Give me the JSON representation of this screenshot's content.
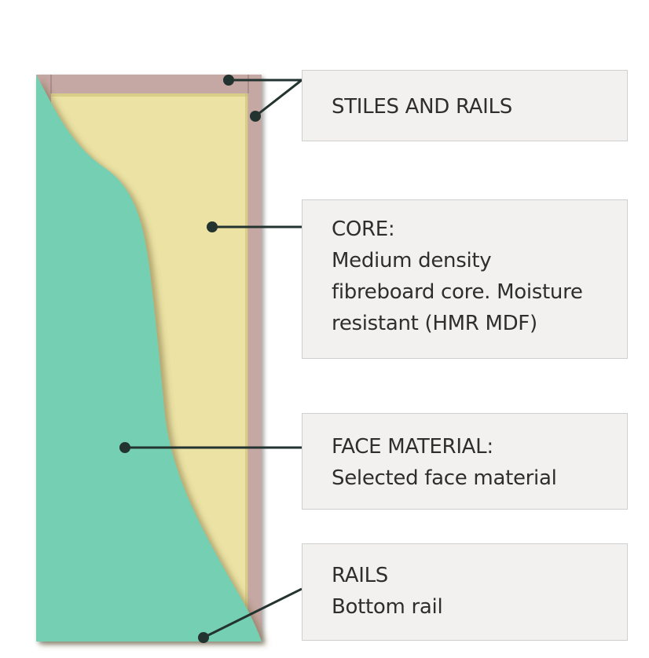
{
  "labels": {
    "stiles_and_rails": {
      "lines": [
        "STILES AND RAILS"
      ]
    },
    "core": {
      "lines": [
        "CORE:",
        "Medium density",
        "fibreboard core. Moisture",
        "resistant (HMR MDF)"
      ]
    },
    "face_material": {
      "lines": [
        "FACE MATERIAL:",
        "Selected face material"
      ]
    },
    "rails": {
      "lines": [
        "RAILS",
        "Bottom rail"
      ]
    }
  },
  "colors": {
    "frame": "#c5a7a3",
    "core": "#ebe2a4",
    "face": "#74cfb2",
    "leader": "#233330",
    "box_fill": "#f2f1f0",
    "box_border": "#cfcfcf",
    "text": "#2e2e2e"
  }
}
